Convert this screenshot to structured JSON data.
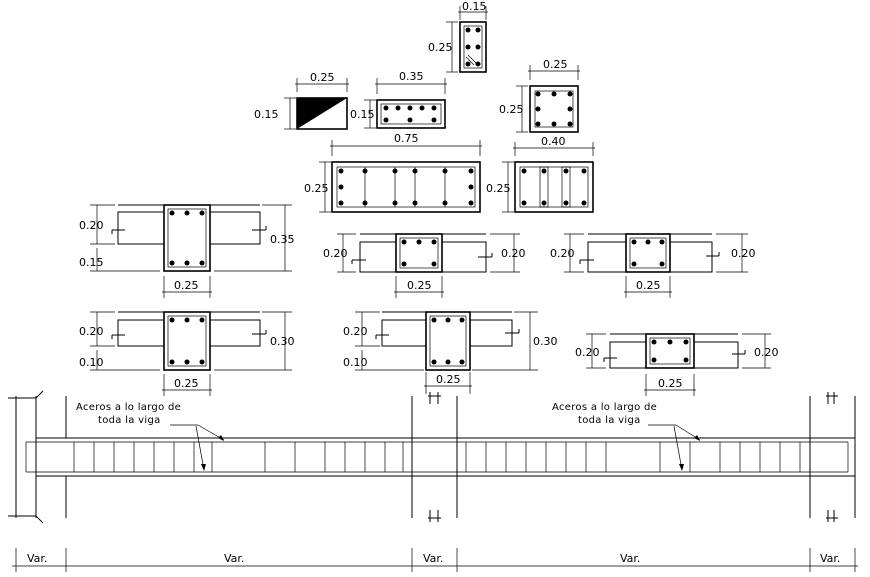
{
  "column_sections": [
    {
      "id": "col-a",
      "dims": [
        "0.15",
        "0.25"
      ]
    },
    {
      "id": "col-b",
      "dims": [
        "0.25",
        "0.25"
      ]
    }
  ],
  "triangle_block": {
    "dims": [
      "0.25",
      "0.15"
    ]
  },
  "beam_sections_top": [
    {
      "id": "beam-a",
      "dims": [
        "0.35",
        "0.15"
      ]
    },
    {
      "id": "beam-b",
      "dims": [
        "0.75",
        "0.25"
      ]
    },
    {
      "id": "beam-c",
      "dims": [
        "0.40",
        "0.25"
      ]
    }
  ],
  "slab_sections": [
    {
      "id": "slab-1",
      "dims": [
        "0.20",
        "0.15",
        "0.35",
        "0.25"
      ]
    },
    {
      "id": "slab-2",
      "dims": [
        "0.20",
        "0.20",
        "0.25"
      ]
    },
    {
      "id": "slab-3",
      "dims": [
        "0.20",
        "0.20",
        "0.25"
      ]
    },
    {
      "id": "slab-4",
      "dims": [
        "0.20",
        "0.10",
        "0.30",
        "0.25"
      ]
    },
    {
      "id": "slab-5",
      "dims": [
        "0.20",
        "0.10",
        "0.30",
        "0.25"
      ]
    },
    {
      "id": "slab-6",
      "dims": [
        "0.20",
        "0.20",
        "0.25"
      ]
    }
  ],
  "elevation": {
    "note_left": [
      "Aceros a lo largo de",
      "toda la viga"
    ],
    "note_right": [
      "Aceros a lo largo de",
      "toda la viga"
    ],
    "span_labels": [
      "Var.",
      "Var.",
      "Var.",
      "Var.",
      "Var."
    ]
  }
}
